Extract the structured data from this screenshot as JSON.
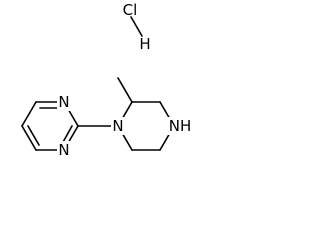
{
  "molecule": {
    "salt": {
      "chlorine": "Cl",
      "hydrogen": "H"
    },
    "pyrimidine": {
      "nitrogen_top": "N",
      "nitrogen_bottom": "N"
    },
    "piperazine": {
      "nitrogen_attached": "N",
      "nitrogen_nh": "NH"
    },
    "colors": {
      "bond": "#000000",
      "label": "#000000",
      "background": "#ffffff"
    }
  }
}
